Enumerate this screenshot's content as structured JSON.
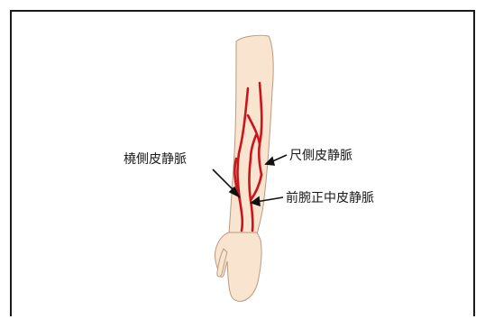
{
  "labels": {
    "radial": "橈側皮静脈",
    "ulnar": "尺側皮静脈",
    "median": "前腕正中皮静脈"
  },
  "colors": {
    "skin": "#f9e4cf",
    "skin_outline": "#b89a80",
    "vein": "#c8161b",
    "arrow": "#111111",
    "frame": "#1a1a1a"
  }
}
